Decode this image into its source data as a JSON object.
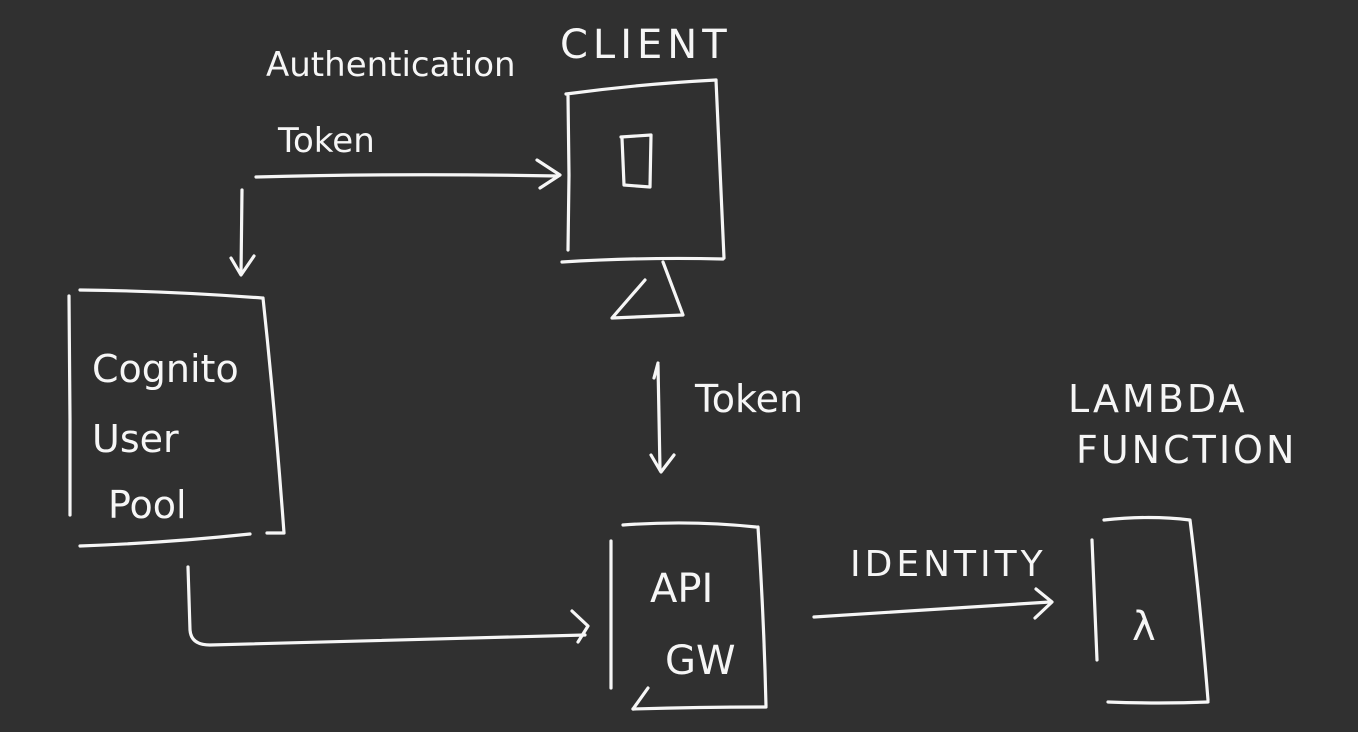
{
  "diagram": {
    "client": {
      "title": "CLIENT",
      "icon": "monitor-icon"
    },
    "auth_arrow": {
      "label_line1": "Authentication",
      "label_line2": "Token"
    },
    "cognito": {
      "line1": "Cognito",
      "line2": "User",
      "line3": "Pool"
    },
    "token_arrow": {
      "label": "Token"
    },
    "api_gateway": {
      "line1": "API",
      "line2": "GW"
    },
    "identity_arrow": {
      "label": "IDENTITY"
    },
    "lambda": {
      "line1": "LAMBDA",
      "line2": "FUNCTION",
      "symbol": "λ"
    },
    "colors": {
      "background": "#303030",
      "ink": "#f6f6f6"
    }
  }
}
